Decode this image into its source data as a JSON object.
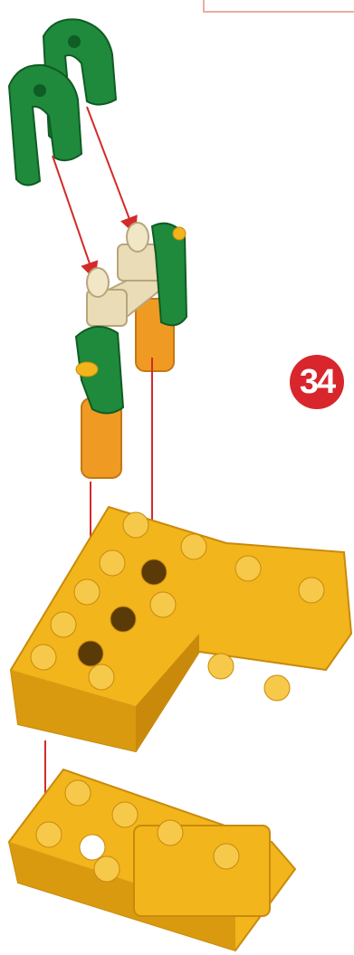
{
  "step": {
    "number": "34"
  },
  "colors": {
    "yellow": "#f2b51c",
    "yellow_dark": "#c98a0b",
    "green": "#1f8a3c",
    "green_dark": "#0f5c24",
    "orange": "#ef9a23",
    "tan": "#e9dcb7",
    "arrow": "#d42a2a",
    "badge": "#d8262c"
  },
  "parts": [
    {
      "name": "green-clip-1",
      "icon": "green-clip-icon"
    },
    {
      "name": "green-clip-2",
      "icon": "green-clip-icon"
    },
    {
      "name": "subassembly",
      "icon": "knex-subassembly-icon"
    },
    {
      "name": "yellow-l-brick",
      "icon": "yellow-brick-icon"
    },
    {
      "name": "yellow-base-plate",
      "icon": "yellow-plate-icon"
    }
  ]
}
